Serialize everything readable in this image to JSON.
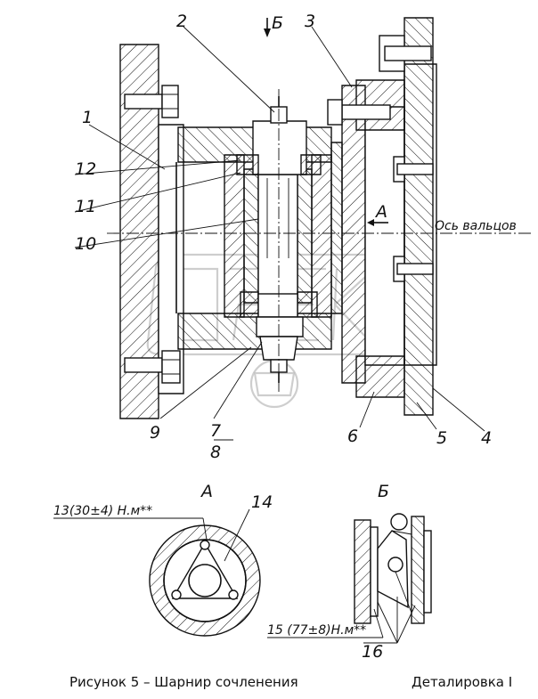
{
  "section_mark_top": "Б",
  "view_a_mark": "А",
  "axis_label": "Ось вальцов",
  "callouts": {
    "c1": "1",
    "c2": "2",
    "c3": "3",
    "c4": "4",
    "c5": "5",
    "c6": "6",
    "c7": "7",
    "c8": "8",
    "c9": "9",
    "c10": "10",
    "c11": "11",
    "c12": "12",
    "c14": "14",
    "c16": "16"
  },
  "view_a": {
    "title": "А",
    "torque_note": "13(30±4) Н.м**"
  },
  "view_b": {
    "title": "Б",
    "torque_note": "15 (77±8)Н.м**"
  },
  "caption": "Рисунок 5 – Шарнир сочленения",
  "section_title": "Деталировка  I"
}
